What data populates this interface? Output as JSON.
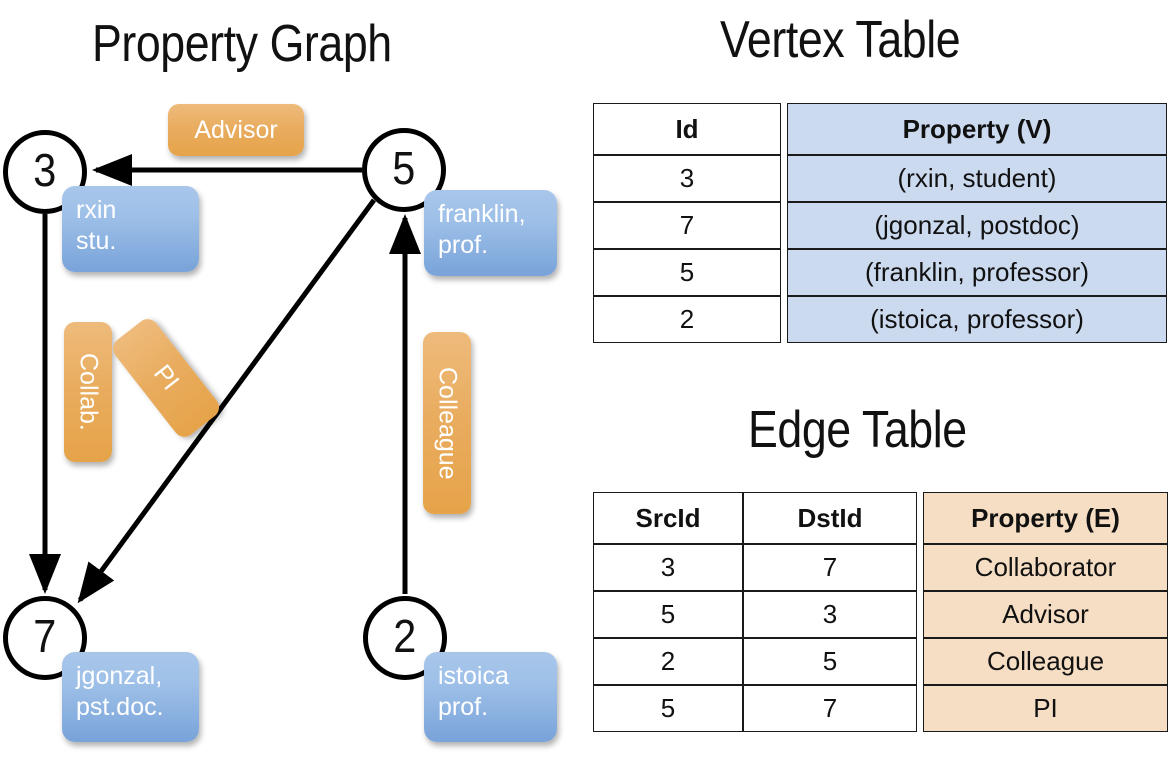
{
  "titles": {
    "property_graph": "Property Graph",
    "vertex_table": "Vertex Table",
    "edge_table": "Edge Table"
  },
  "colors": {
    "vertex_property_fill": "#ccdaf0",
    "edge_property_fill": "#f6dec4",
    "bubble_blue": "#7ba5da",
    "chip_orange": "#e6a349",
    "stroke": "#000000"
  },
  "graph": {
    "vertices": [
      {
        "id": "3",
        "name": "vertex-3",
        "property_lines": [
          "rxin",
          "stu."
        ]
      },
      {
        "id": "5",
        "name": "vertex-5",
        "property_lines": [
          "franklin,",
          "prof."
        ]
      },
      {
        "id": "7",
        "name": "vertex-7",
        "property_lines": [
          "jgonzal,",
          "pst.doc."
        ]
      },
      {
        "id": "2",
        "name": "vertex-2",
        "property_lines": [
          "istoica",
          "prof."
        ]
      }
    ],
    "edge_labels": [
      {
        "label": "Advisor",
        "orientation": "horizontal"
      },
      {
        "label": "Collab.",
        "orientation": "vertical"
      },
      {
        "label": "PI",
        "orientation": "vertical-rotated"
      },
      {
        "label": "Colleague",
        "orientation": "vertical"
      }
    ],
    "edges": [
      {
        "src": "5",
        "dst": "3",
        "label": "Advisor"
      },
      {
        "src": "3",
        "dst": "7",
        "label": "Collab."
      },
      {
        "src": "5",
        "dst": "7",
        "label": "PI"
      },
      {
        "src": "2",
        "dst": "5",
        "label": "Colleague"
      }
    ]
  },
  "vertex_table": {
    "headers": [
      "Id",
      "Property (V)"
    ],
    "rows": [
      [
        "3",
        "(rxin, student)"
      ],
      [
        "7",
        "(jgonzal, postdoc)"
      ],
      [
        "5",
        "(franklin, professor)"
      ],
      [
        "2",
        "(istoica, professor)"
      ]
    ]
  },
  "edge_table": {
    "headers": [
      "SrcId",
      "DstId",
      "Property (E)"
    ],
    "rows": [
      [
        "3",
        "7",
        "Collaborator"
      ],
      [
        "5",
        "3",
        "Advisor"
      ],
      [
        "2",
        "5",
        "Colleague"
      ],
      [
        "5",
        "7",
        "PI"
      ]
    ]
  }
}
